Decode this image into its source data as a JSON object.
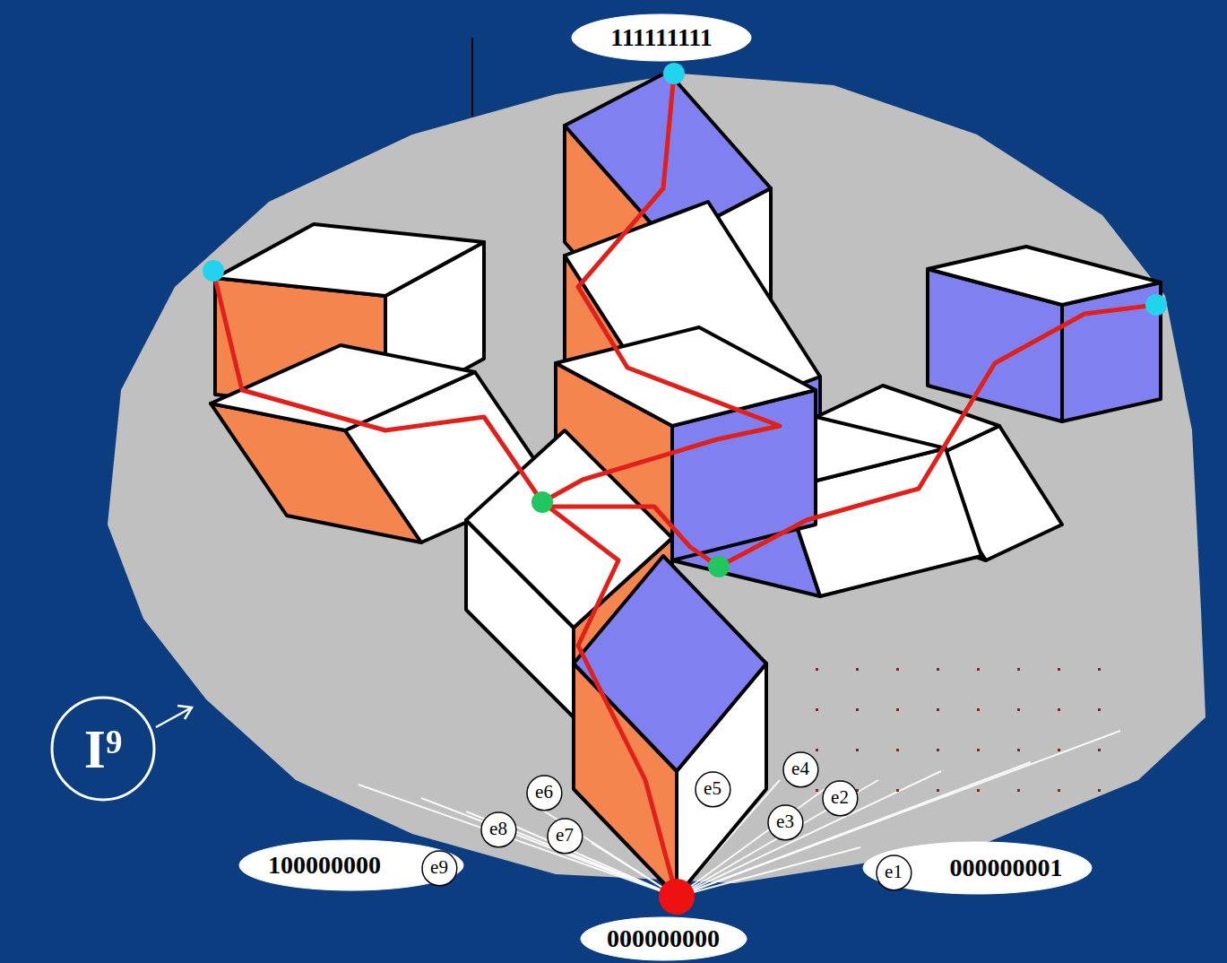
{
  "diagram": {
    "nodes": [
      {
        "text": [
          "111111111"
        ]
      },
      {
        "text": [
          "I⁹"
        ]
      },
      {
        "text": [
          "e4"
        ]
      },
      {
        "text": [
          "e6"
        ]
      },
      {
        "text": [
          "e5"
        ]
      },
      {
        "text": [
          "e2"
        ]
      },
      {
        "text": [
          "e3"
        ]
      },
      {
        "text": [
          "e8"
        ]
      },
      {
        "text": [
          "e7"
        ]
      },
      {
        "text": [
          "100000000"
        ]
      },
      {
        "text": [
          "e9"
        ],
        "in": 9
      },
      {
        "text": [
          "000000001"
        ]
      },
      {
        "text": [
          "e1"
        ],
        "in": 11
      },
      {
        "text": [
          "000000000"
        ]
      }
    ]
  }
}
